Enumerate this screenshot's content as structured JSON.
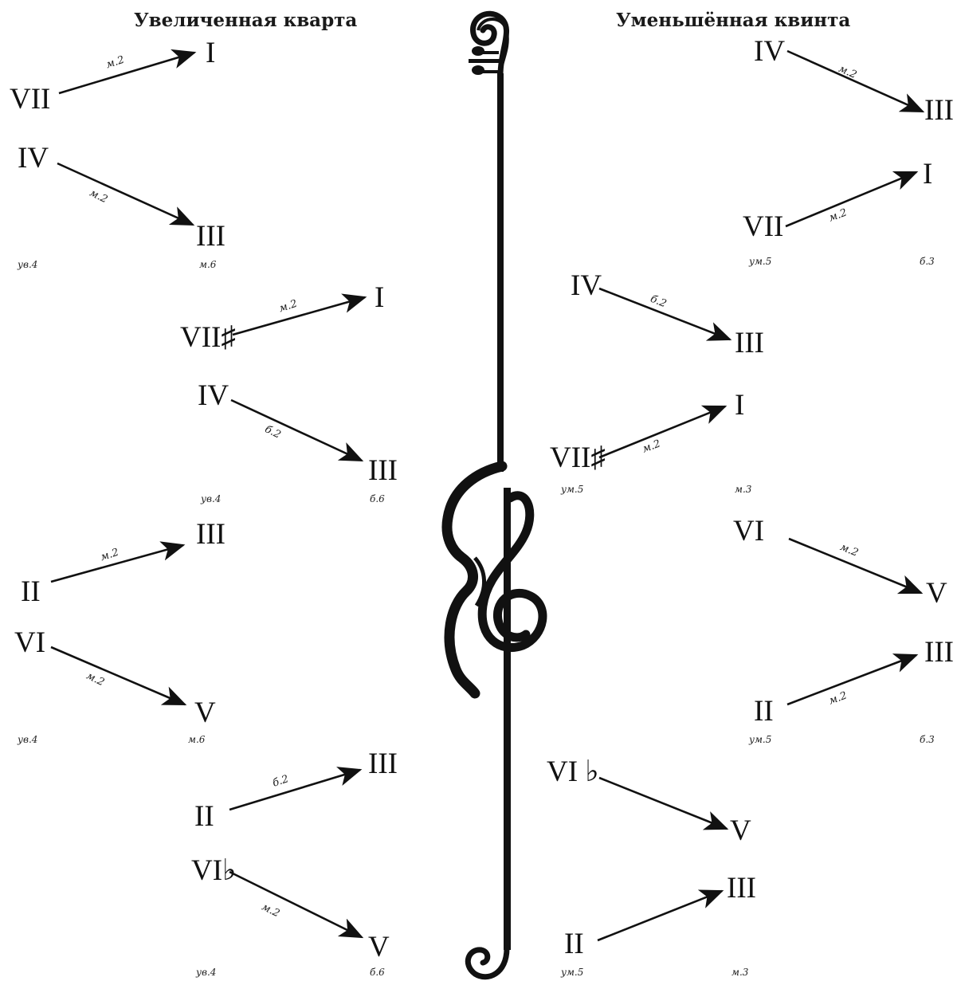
{
  "titles": {
    "left": "Увеличенная кварта",
    "right": "Уменьшённая квинта"
  },
  "colors": {
    "ink": "#111111",
    "background": "#ffffff"
  },
  "center_ornament": "treble-clef-violin-icon",
  "left": {
    "groups": [
      {
        "arrows": [
          {
            "from": "VII",
            "to": "I",
            "interval": "м.2"
          },
          {
            "from": "IV",
            "to": "III",
            "interval": "м.2"
          }
        ],
        "bottom_left": "ув.4",
        "bottom_right": "м.6"
      },
      {
        "arrows": [
          {
            "from": "VII♯",
            "to": "I",
            "interval": "м.2"
          },
          {
            "from": "IV",
            "to": "III",
            "interval": "б.2"
          }
        ],
        "bottom_left": "ув.4",
        "bottom_right": "б.6"
      },
      {
        "arrows": [
          {
            "from": "II",
            "to": "III",
            "interval": "м.2"
          },
          {
            "from": "VI",
            "to": "V",
            "interval": "м.2"
          }
        ],
        "bottom_left": "ув.4",
        "bottom_right": "м.6"
      },
      {
        "arrows": [
          {
            "from": "II",
            "to": "III",
            "interval": "б.2"
          },
          {
            "from": "VI♭",
            "to": "V",
            "interval": "м.2"
          }
        ],
        "bottom_left": "ув.4",
        "bottom_right": "б.6"
      }
    ]
  },
  "right": {
    "groups": [
      {
        "arrows": [
          {
            "from": "IV",
            "to": "III",
            "interval": "м.2"
          },
          {
            "from": "VII",
            "to": "I",
            "interval": "м.2"
          }
        ],
        "bottom_left": "ум.5",
        "bottom_right": "б.3"
      },
      {
        "arrows": [
          {
            "from": "IV",
            "to": "III",
            "interval": "б.2"
          },
          {
            "from": "VII♯",
            "to": "I",
            "interval": "м.2"
          }
        ],
        "bottom_left": "ум.5",
        "bottom_right": "м.3"
      },
      {
        "arrows": [
          {
            "from": "VI",
            "to": "V",
            "interval": "м.2"
          },
          {
            "from": "II",
            "to": "III",
            "interval": "м.2"
          }
        ],
        "bottom_left": "ум.5",
        "bottom_right": "б.3"
      },
      {
        "arrows": [
          {
            "from": "VI ♭",
            "to": "V",
            "interval": ""
          },
          {
            "from": "II",
            "to": "III",
            "interval": ""
          }
        ],
        "bottom_left": "ум.5",
        "bottom_right": "м.3"
      }
    ]
  }
}
